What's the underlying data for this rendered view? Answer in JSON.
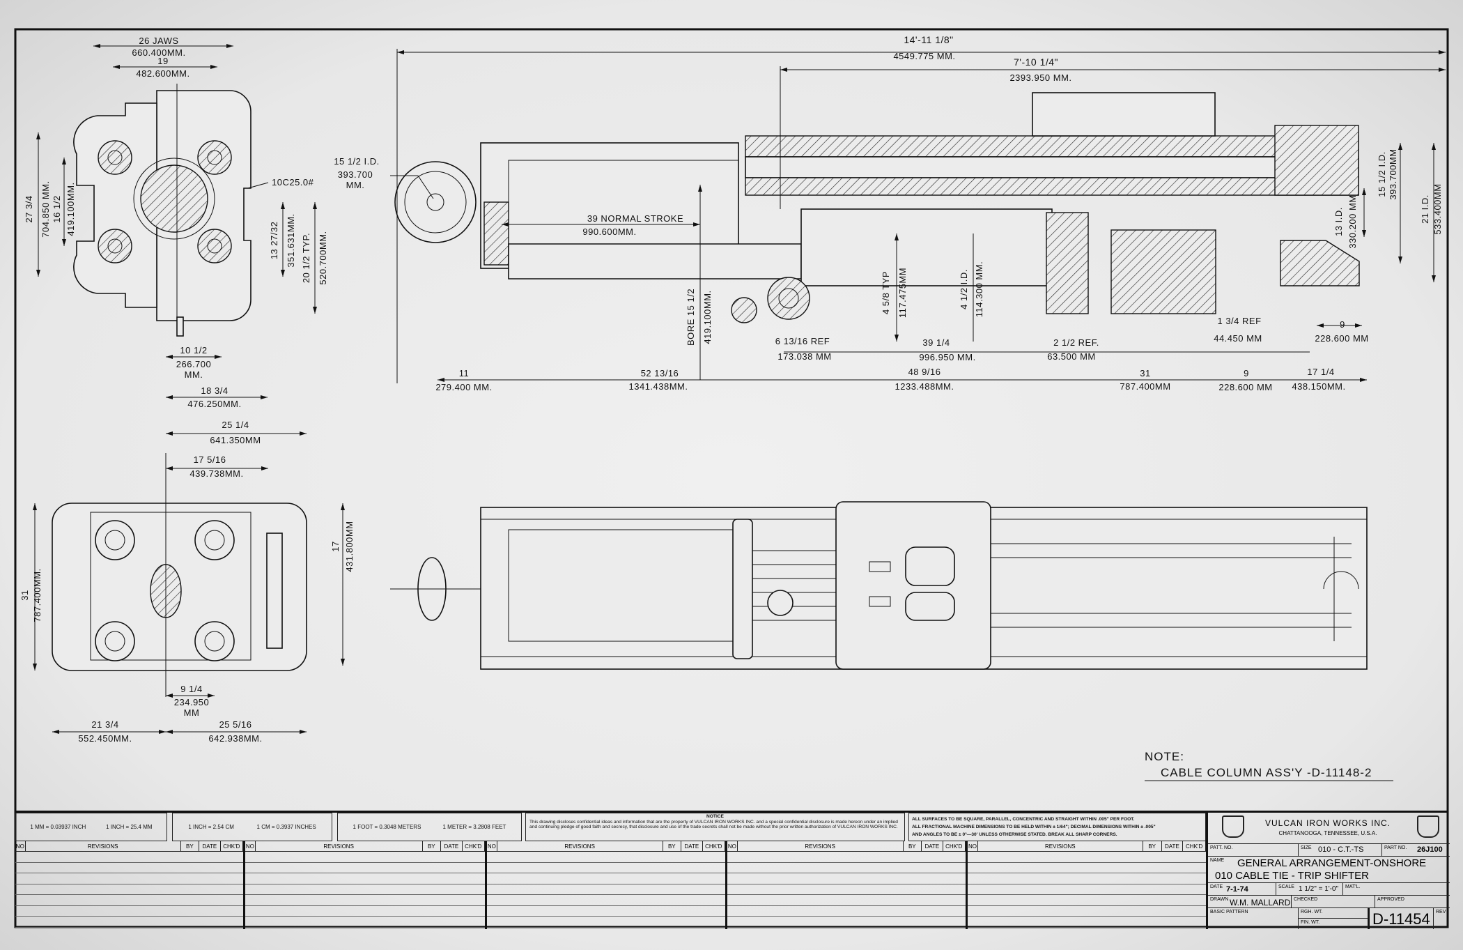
{
  "end_view_dims": [
    "26 JAWS",
    "660.400MM.",
    "19",
    "482.600MM.",
    "27 3/4",
    "704.850 MM.",
    "16 1/2",
    "419.100MM.",
    "10C25.0#",
    "13 27/32",
    "351.631MM.",
    "20 1/2 TYP.",
    "520.700MM.",
    "10 1/2",
    "266.700",
    "MM.",
    "18 3/4",
    "476.250MM."
  ],
  "elevation_dims": [
    "14'-11 1/8\"",
    "4549.775 MM.",
    "7'-10 1/4\"",
    "2393.950 MM.",
    "15 1/2 I.D.",
    "393.700",
    "MM.",
    "39 NORMAL STROKE",
    "990.600MM.",
    "BORE 15 1/2",
    "419.100MM.",
    "4 5/8 TYP",
    "117.475MM",
    "4 1/2 I.D.",
    "114.300 MM.",
    "13 I.D.",
    "330.200 MM",
    "15 1/2 I.D.",
    "393.700MM",
    "21 I.D.",
    "533.400MM",
    "6 13/16 REF",
    "173.038 MM",
    "39 1/4",
    "996.950 MM.",
    "2 1/2 REF.",
    "63.500 MM",
    "1 3/4 REF",
    "44.450 MM",
    "9",
    "228.600 MM",
    "11",
    "279.400 MM.",
    "52 13/16",
    "1341.438MM.",
    "48 9/16",
    "1233.488MM.",
    "31",
    "787.400MM",
    "9",
    "228.600 MM",
    "17 1/4",
    "438.150MM."
  ],
  "plan_end_view_dims": [
    "25 1/4",
    "641.350MM",
    "17 5/16",
    "439.738MM.",
    "17",
    "431.800MM",
    "31",
    "787.400MM.",
    "9 1/4",
    "234.950",
    "MM",
    "21 3/4",
    "552.450MM.",
    "25 5/16",
    "642.938MM."
  ],
  "note": {
    "heading": "NOTE:",
    "text": "CABLE  COLUMN  ASS'Y  -D-11148-2"
  },
  "conversions": [
    "1 MM = 0.03937 INCH",
    "1 INCH = 25.4 MM",
    "1 INCH = 2.54 CM",
    "1 CM = 0.3937 INCHES",
    "1 FOOT = 0.3048 METERS",
    "1 METER = 3.2808 FEET"
  ],
  "notice": {
    "title": "NOTICE",
    "text": "This drawing discloses confidential ideas and information that are the property of VULCAN IRON WORKS INC. and a special confidential disclosure is made hereon under an implied and continuing pledge of good faith and secrecy, that disclosure and use of the trade secrets shall not be made without the prior written authorization of VULCAN IRON WORKS INC."
  },
  "tolerances": [
    "ALL SURFACES TO BE SQUARE, PARALLEL, CONCENTRIC AND STRAIGHT WITHIN .005\" PER FOOT.",
    "ALL FRACTIONAL MACHINE DIMENSIONS TO BE HELD WITHIN ± 1/64\"; DECIMAL DIMENSIONS WITHIN ± .005\"",
    "AND ANGLES TO BE ± 0°—30' UNLESS OTHERWISE STATED.  BREAK ALL SHARP CORNERS."
  ],
  "revisions_header": {
    "no": "NO",
    "revisions": "REVISIONS",
    "by": "BY",
    "date": "DATE",
    "chkd": "CHK'D"
  },
  "title_block": {
    "company": "VULCAN IRON WORKS INC.",
    "location": "CHATTANOOGA, TENNESSEE, U.S.A.",
    "patt_no_label": "PATT. NO.",
    "size_label": "SIZE",
    "size": "010 - C.T.-TS",
    "part_no_label": "PART NO.",
    "part_no": "26J100",
    "name_label": "NAME",
    "name_line1": "GENERAL ARRANGEMENT-ONSHORE",
    "name_line2": "010 CABLE TIE - TRIP SHIFTER",
    "date_label": "DATE",
    "date": "7-1-74",
    "scale_label": "SCALE",
    "scale": "1 1/2\" = 1'-0\"",
    "matl_label": "MAT'L.",
    "drawn_label": "DRAWN",
    "drawn": "W.M. MALLARD",
    "checked_label": "CHECKED",
    "approved_label": "APPROVED",
    "basic_pattern_label": "BASIC PATTERN",
    "rgh_wt_label": "RGH. WT.",
    "fin_wt_label": "FIN. WT.",
    "drawing_no": "D-11454",
    "rev_label": "REV"
  }
}
